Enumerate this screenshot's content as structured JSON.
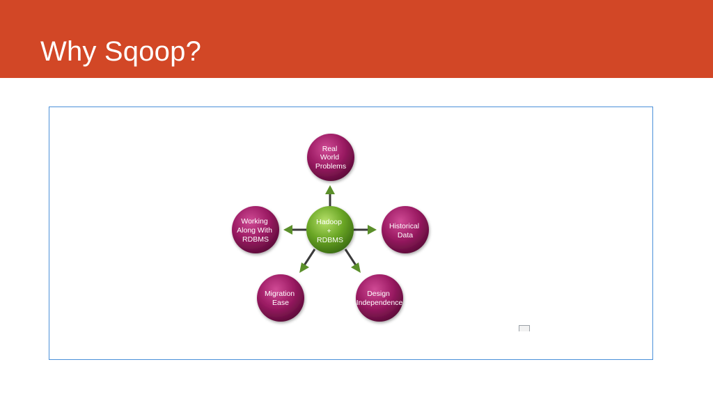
{
  "slide": {
    "title": "Why Sqoop?"
  },
  "diagram": {
    "center": {
      "lines": [
        "Hadoop",
        "+",
        "RDBMS"
      ]
    },
    "nodes": [
      {
        "id": "real-world",
        "lines": [
          "Real",
          "World",
          "Problems"
        ]
      },
      {
        "id": "historical",
        "lines": [
          "Historical",
          "Data"
        ]
      },
      {
        "id": "design",
        "lines": [
          "Design",
          "Independence"
        ]
      },
      {
        "id": "migration",
        "lines": [
          "Migration",
          "Ease"
        ]
      },
      {
        "id": "working",
        "lines": [
          "Working",
          "Along With",
          "RDBMS"
        ]
      }
    ],
    "colors": {
      "header": "#d24726",
      "node": "#9b1b63",
      "center": "#6aa625",
      "arrow": "#3a3a3a",
      "arrowhead": "#5b8f2a"
    }
  }
}
